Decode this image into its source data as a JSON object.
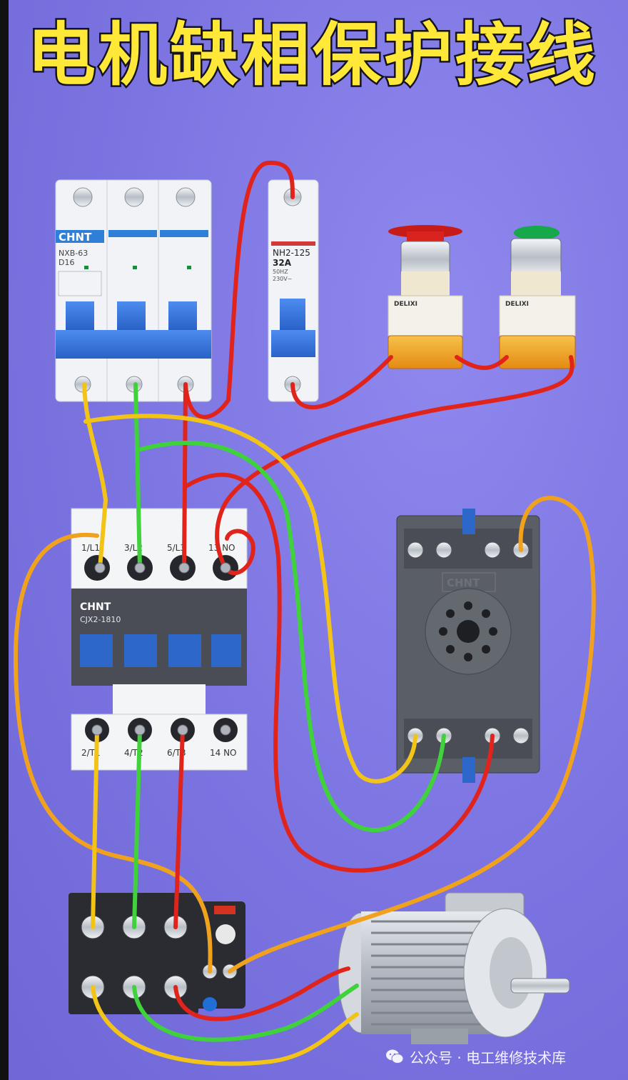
{
  "title": "电机缺相保护接线",
  "breaker_3p": {
    "brand": "CHNT",
    "model": "NXB-63",
    "rating": "D16"
  },
  "breaker_1p": {
    "model": "NH2-125",
    "rating": "32A",
    "spec1": "50HZ",
    "spec2": "230V~"
  },
  "buttons": {
    "stop_color": "#d8231f",
    "start_color": "#17a84a",
    "brand": "DELIXI"
  },
  "contactor": {
    "brand": "CHNT",
    "model": "CJX2-1810",
    "top_terminals": [
      "1/L1",
      "3/L2",
      "5/L3",
      "13 NO"
    ],
    "bottom_terminals": [
      "2/T1",
      "4/T2",
      "6/T3",
      "14 NO"
    ]
  },
  "relay_base": {
    "brand": "CHNT"
  },
  "watermark": {
    "icon": "wechat-icon",
    "text": "公众号 · 电工维修技术库"
  },
  "colors": {
    "yellow": "#f2c417",
    "green": "#3fd23a",
    "red": "#e0241c",
    "orange": "#f0a21e",
    "background": "#7d76e0"
  }
}
